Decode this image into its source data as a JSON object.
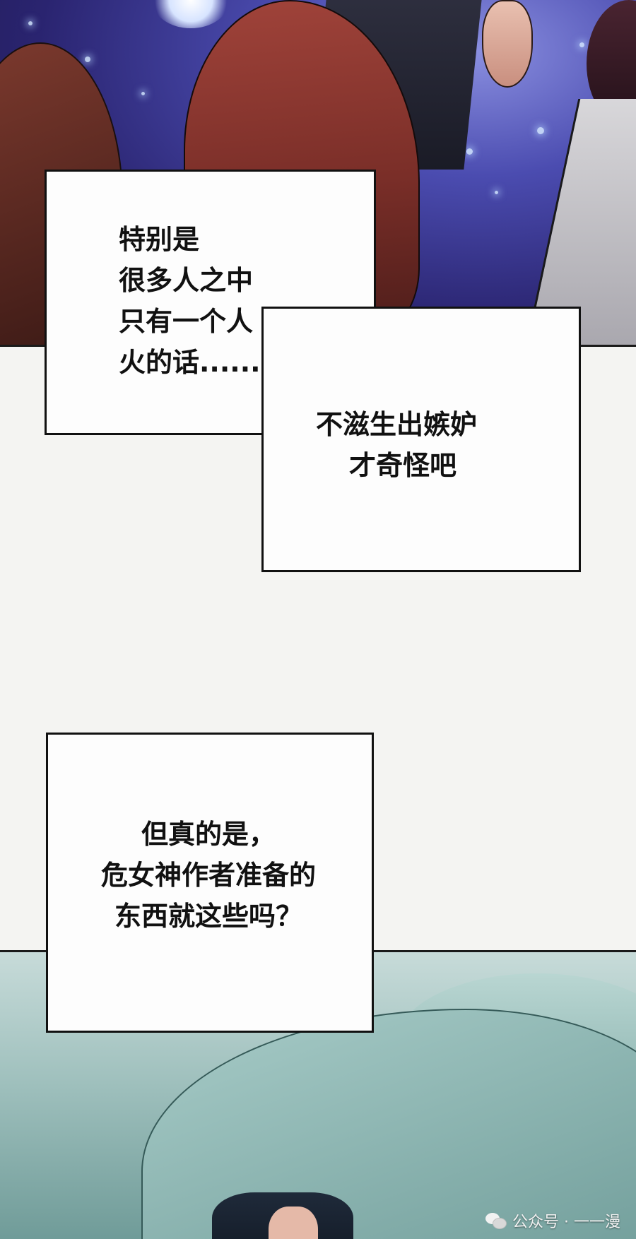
{
  "bubbles": {
    "first": {
      "lines": [
        "特别是",
        "很多人之中",
        "只有一个人",
        "火的话......"
      ]
    },
    "second": {
      "lines": [
        "不滋生出嫉妒",
        "才奇怪吧"
      ]
    },
    "third": {
      "lines": [
        "但真的是，",
        "危女神作者准备的",
        "东西就这些吗？"
      ]
    }
  },
  "watermark": {
    "icon": "wechat-icon",
    "text": "公众号 · 一一漫"
  }
}
